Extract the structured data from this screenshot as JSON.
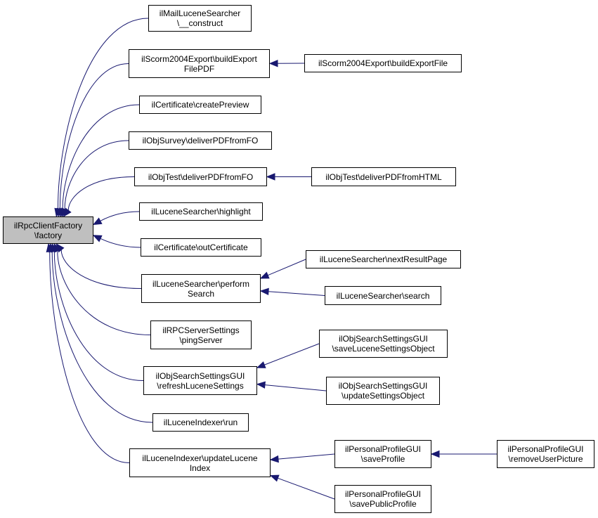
{
  "colors": {
    "edge": "#191970",
    "root_fill": "#bfbfbf",
    "node_fill": "#ffffff",
    "border": "#000000"
  },
  "nodes": [
    {
      "id": "root",
      "lines": [
        "ilRpcClientFactory",
        "\\factory"
      ],
      "root": true
    },
    {
      "id": "n1",
      "lines": [
        "ilMailLuceneSearcher",
        "\\__construct"
      ]
    },
    {
      "id": "n2",
      "lines": [
        "ilScorm2004Export\\buildExport",
        "FilePDF"
      ]
    },
    {
      "id": "n3",
      "lines": [
        "ilScorm2004Export\\buildExportFile"
      ]
    },
    {
      "id": "n4",
      "lines": [
        "ilCertificate\\createPreview"
      ]
    },
    {
      "id": "n5",
      "lines": [
        "ilObjSurvey\\deliverPDFfromFO"
      ]
    },
    {
      "id": "n6",
      "lines": [
        "ilObjTest\\deliverPDFfromFO"
      ]
    },
    {
      "id": "n7",
      "lines": [
        "ilObjTest\\deliverPDFfromHTML"
      ]
    },
    {
      "id": "n8",
      "lines": [
        "ilLuceneSearcher\\highlight"
      ]
    },
    {
      "id": "n9",
      "lines": [
        "ilCertificate\\outCertificate"
      ]
    },
    {
      "id": "n10",
      "lines": [
        "ilLuceneSearcher\\perform",
        "Search"
      ]
    },
    {
      "id": "n11",
      "lines": [
        "ilLuceneSearcher\\nextResultPage"
      ]
    },
    {
      "id": "n12",
      "lines": [
        "ilLuceneSearcher\\search"
      ]
    },
    {
      "id": "n13",
      "lines": [
        "ilRPCServerSettings",
        "\\pingServer"
      ]
    },
    {
      "id": "n14",
      "lines": [
        "ilObjSearchSettingsGUI",
        "\\refreshLuceneSettings"
      ]
    },
    {
      "id": "n15",
      "lines": [
        "ilObjSearchSettingsGUI",
        "\\saveLuceneSettingsObject"
      ]
    },
    {
      "id": "n16",
      "lines": [
        "ilObjSearchSettingsGUI",
        "\\updateSettingsObject"
      ]
    },
    {
      "id": "n17",
      "lines": [
        "ilLuceneIndexer\\run"
      ]
    },
    {
      "id": "n18",
      "lines": [
        "ilLuceneIndexer\\updateLucene",
        "Index"
      ]
    },
    {
      "id": "n19",
      "lines": [
        "ilPersonalProfileGUI",
        "\\saveProfile"
      ]
    },
    {
      "id": "n20",
      "lines": [
        "ilPersonalProfileGUI",
        "\\removeUserPicture"
      ]
    },
    {
      "id": "n21",
      "lines": [
        "ilPersonalProfileGUI",
        "\\savePublicProfile"
      ]
    }
  ],
  "edges": [
    {
      "from": "n1",
      "to": "root"
    },
    {
      "from": "n2",
      "to": "root"
    },
    {
      "from": "n4",
      "to": "root"
    },
    {
      "from": "n5",
      "to": "root"
    },
    {
      "from": "n6",
      "to": "root"
    },
    {
      "from": "n8",
      "to": "root"
    },
    {
      "from": "n9",
      "to": "root"
    },
    {
      "from": "n10",
      "to": "root"
    },
    {
      "from": "n13",
      "to": "root"
    },
    {
      "from": "n14",
      "to": "root"
    },
    {
      "from": "n17",
      "to": "root"
    },
    {
      "from": "n18",
      "to": "root"
    },
    {
      "from": "n3",
      "to": "n2"
    },
    {
      "from": "n7",
      "to": "n6"
    },
    {
      "from": "n11",
      "to": "n10"
    },
    {
      "from": "n12",
      "to": "n10"
    },
    {
      "from": "n15",
      "to": "n14"
    },
    {
      "from": "n16",
      "to": "n14"
    },
    {
      "from": "n19",
      "to": "n18"
    },
    {
      "from": "n21",
      "to": "n18"
    },
    {
      "from": "n20",
      "to": "n19"
    }
  ]
}
